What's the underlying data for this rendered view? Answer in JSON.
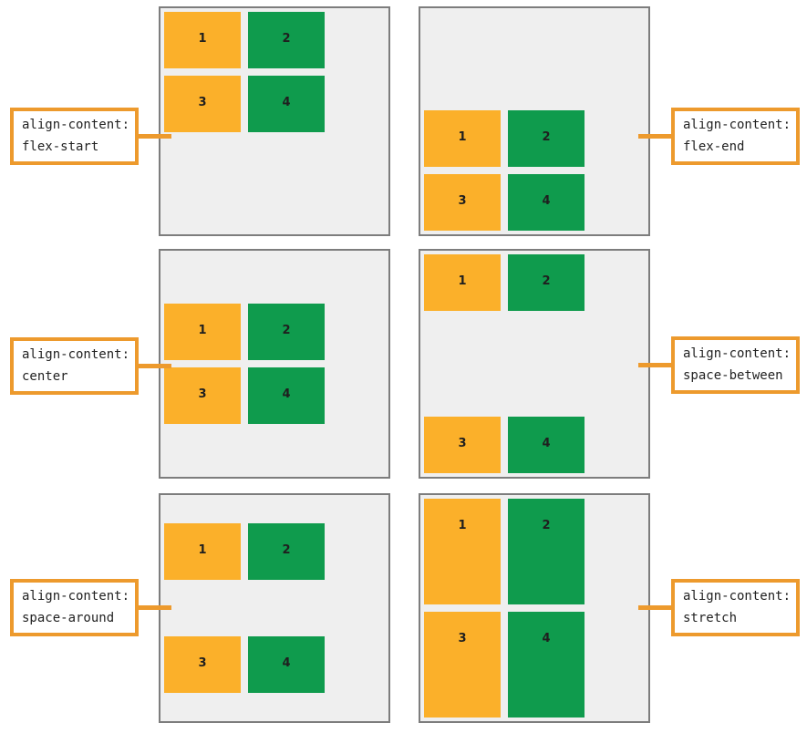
{
  "colors": {
    "item_orange": "#fbb02a",
    "item_green": "#0f9b4d",
    "panel_background": "#efefef",
    "panel_border": "#7d7d7d",
    "callout_border": "#ed9a2d",
    "callout_background": "#ffffff",
    "text": "#222222",
    "page_background": "#ffffff"
  },
  "panels": [
    {
      "value": "flex-start",
      "label_property": "align-content:",
      "label_value": "flex-start",
      "label_side": "left",
      "items": [
        "1",
        "2",
        "3",
        "4"
      ]
    },
    {
      "value": "flex-end",
      "label_property": "align-content:",
      "label_value": "flex-end",
      "label_side": "right",
      "items": [
        "1",
        "2",
        "3",
        "4"
      ]
    },
    {
      "value": "center",
      "label_property": "align-content:",
      "label_value": "center",
      "label_side": "left",
      "items": [
        "1",
        "2",
        "3",
        "4"
      ]
    },
    {
      "value": "space-between",
      "label_property": "align-content:",
      "label_value": "space-between",
      "label_side": "right",
      "items": [
        "1",
        "2",
        "3",
        "4"
      ]
    },
    {
      "value": "space-around",
      "label_property": "align-content:",
      "label_value": "space-around",
      "label_side": "left",
      "items": [
        "1",
        "2",
        "3",
        "4"
      ]
    },
    {
      "value": "stretch",
      "label_property": "align-content:",
      "label_value": "stretch",
      "label_side": "right",
      "items": [
        "1",
        "2",
        "3",
        "4"
      ]
    }
  ]
}
